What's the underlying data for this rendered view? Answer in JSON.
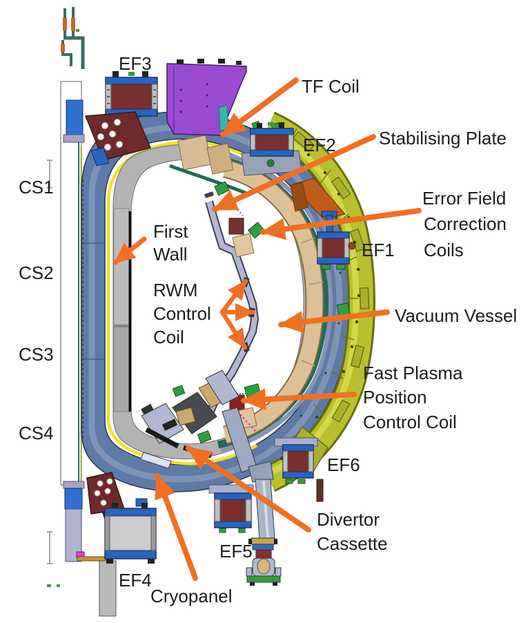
{
  "diagram": {
    "type": "tokamak-cross-section-callout-figure",
    "labels": {
      "ef3": {
        "text": "EF3"
      },
      "tf_coil": {
        "text": "TF Coil"
      },
      "ef2": {
        "text": "EF2"
      },
      "stabilising_plate": {
        "text": "Stabilising Plate"
      },
      "cs1": {
        "text": "CS1"
      },
      "error_field_correction_coils": {
        "lines": [
          "Error Field",
          "Correction",
          "Coils"
        ]
      },
      "ef1": {
        "text": "EF1"
      },
      "first_wall": {
        "lines": [
          "First",
          "Wall"
        ]
      },
      "cs2": {
        "text": "CS2"
      },
      "rwm_control_coil": {
        "lines": [
          "RWM",
          "Control",
          "Coil"
        ]
      },
      "vacuum_vessel": {
        "text": "Vacuum Vessel"
      },
      "cs3": {
        "text": "CS3"
      },
      "fast_plasma_position_control_coil": {
        "lines": [
          "Fast Plasma",
          "Position",
          "Control Coil"
        ]
      },
      "cs4": {
        "text": "CS4"
      },
      "ef6": {
        "text": "EF6"
      },
      "divertor_cassette": {
        "lines": [
          "Divertor",
          "Cassette"
        ]
      },
      "ef5": {
        "text": "EF5"
      },
      "ef4": {
        "text": "EF4"
      },
      "cryopanel": {
        "text": "Cryopanel"
      }
    },
    "palette": {
      "background": "#ffffff",
      "label_text": "#1c1c1c",
      "arrow_orange": "#f26f21",
      "tf_coil_purple": "#9a4ad0",
      "coil_maroon": "#7a2e2e",
      "coil_frame_blue": "#2a63c0",
      "tf_case_blue_gray": "#5e7aa6",
      "thermal_shield_gray": "#b3b3b3",
      "thermal_shield_yellow": "#f2e12c",
      "vessel_shell_yellow_green": "#b9bf2f",
      "vessel_tan": "#dcc096",
      "vessel_teal": "#216a58",
      "stabilising_plate_lavender": "#b3b7d4",
      "correction_coil_green": "#2f9e3f",
      "bracket_orange_brown": "#bf5c1a"
    }
  }
}
